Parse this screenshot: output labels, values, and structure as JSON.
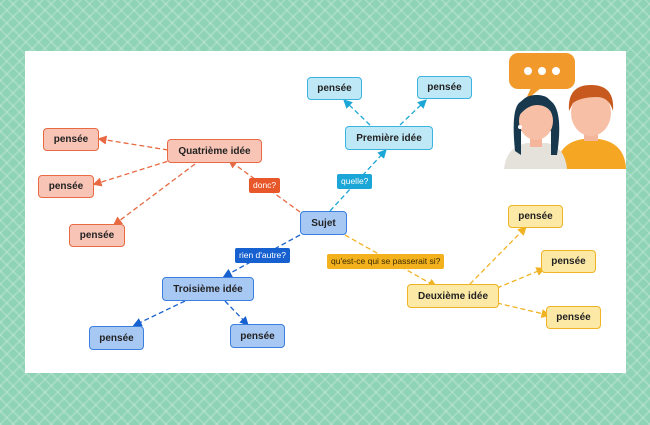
{
  "center": {
    "label": "Sujet"
  },
  "branches": {
    "first": {
      "label": "Première idée",
      "link_label": "quelle?",
      "children": [
        "pensée",
        "pensée"
      ]
    },
    "second": {
      "label": "Deuxième idée",
      "link_label": "qu'est-ce qui se passerait si?",
      "children": [
        "pensée",
        "pensée",
        "pensée"
      ]
    },
    "third": {
      "label": "Troisième idée",
      "link_label": "rien d'autre?",
      "children": [
        "pensée",
        "pensée"
      ]
    },
    "fourth": {
      "label": "Quatrième idée",
      "link_label": "donc?",
      "children": [
        "pensée",
        "pensée",
        "pensée"
      ]
    }
  },
  "colors": {
    "orange": "#e86a43",
    "cyan": "#3bb3e0",
    "blue": "#3a7fe0",
    "yellow": "#f0b323",
    "background": "#8fd3b6"
  },
  "illustration": {
    "description_icon": "chat-bubble-icon",
    "people": [
      "woman-avatar",
      "man-avatar"
    ]
  }
}
